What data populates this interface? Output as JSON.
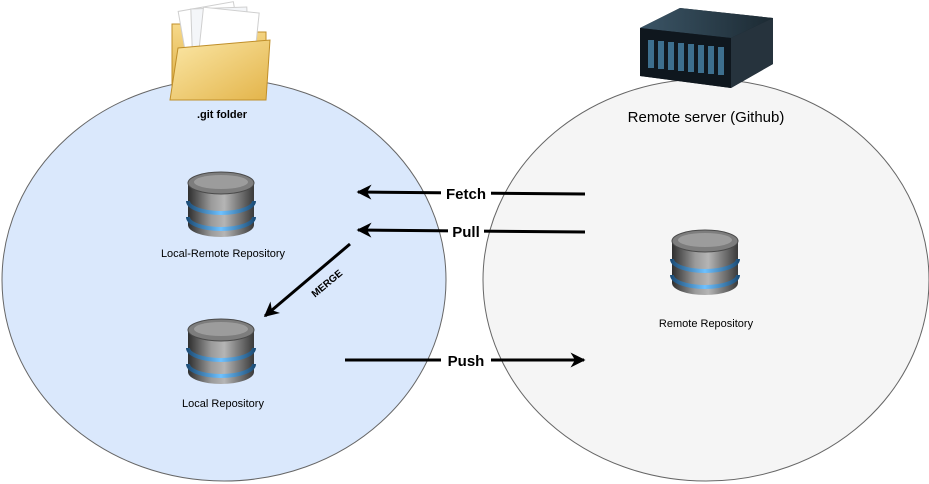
{
  "labels": {
    "git_folder": ".git folder",
    "remote_server": "Remote server (Github)",
    "local_remote_repo": "Local-Remote Repository",
    "local_repo": "Local Repository",
    "remote_repo": "Remote Repository"
  },
  "arrows": {
    "fetch": "Fetch",
    "pull": "Pull",
    "merge": "MERGE",
    "push": "Push"
  },
  "icons": {
    "folder": "folder-icon",
    "server": "server-icon",
    "database": "database-icon"
  },
  "colors": {
    "local_circle_fill": "#dae8fc",
    "remote_circle_fill": "#f5f5f5",
    "circle_stroke": "#666666",
    "arrow": "#000000"
  }
}
